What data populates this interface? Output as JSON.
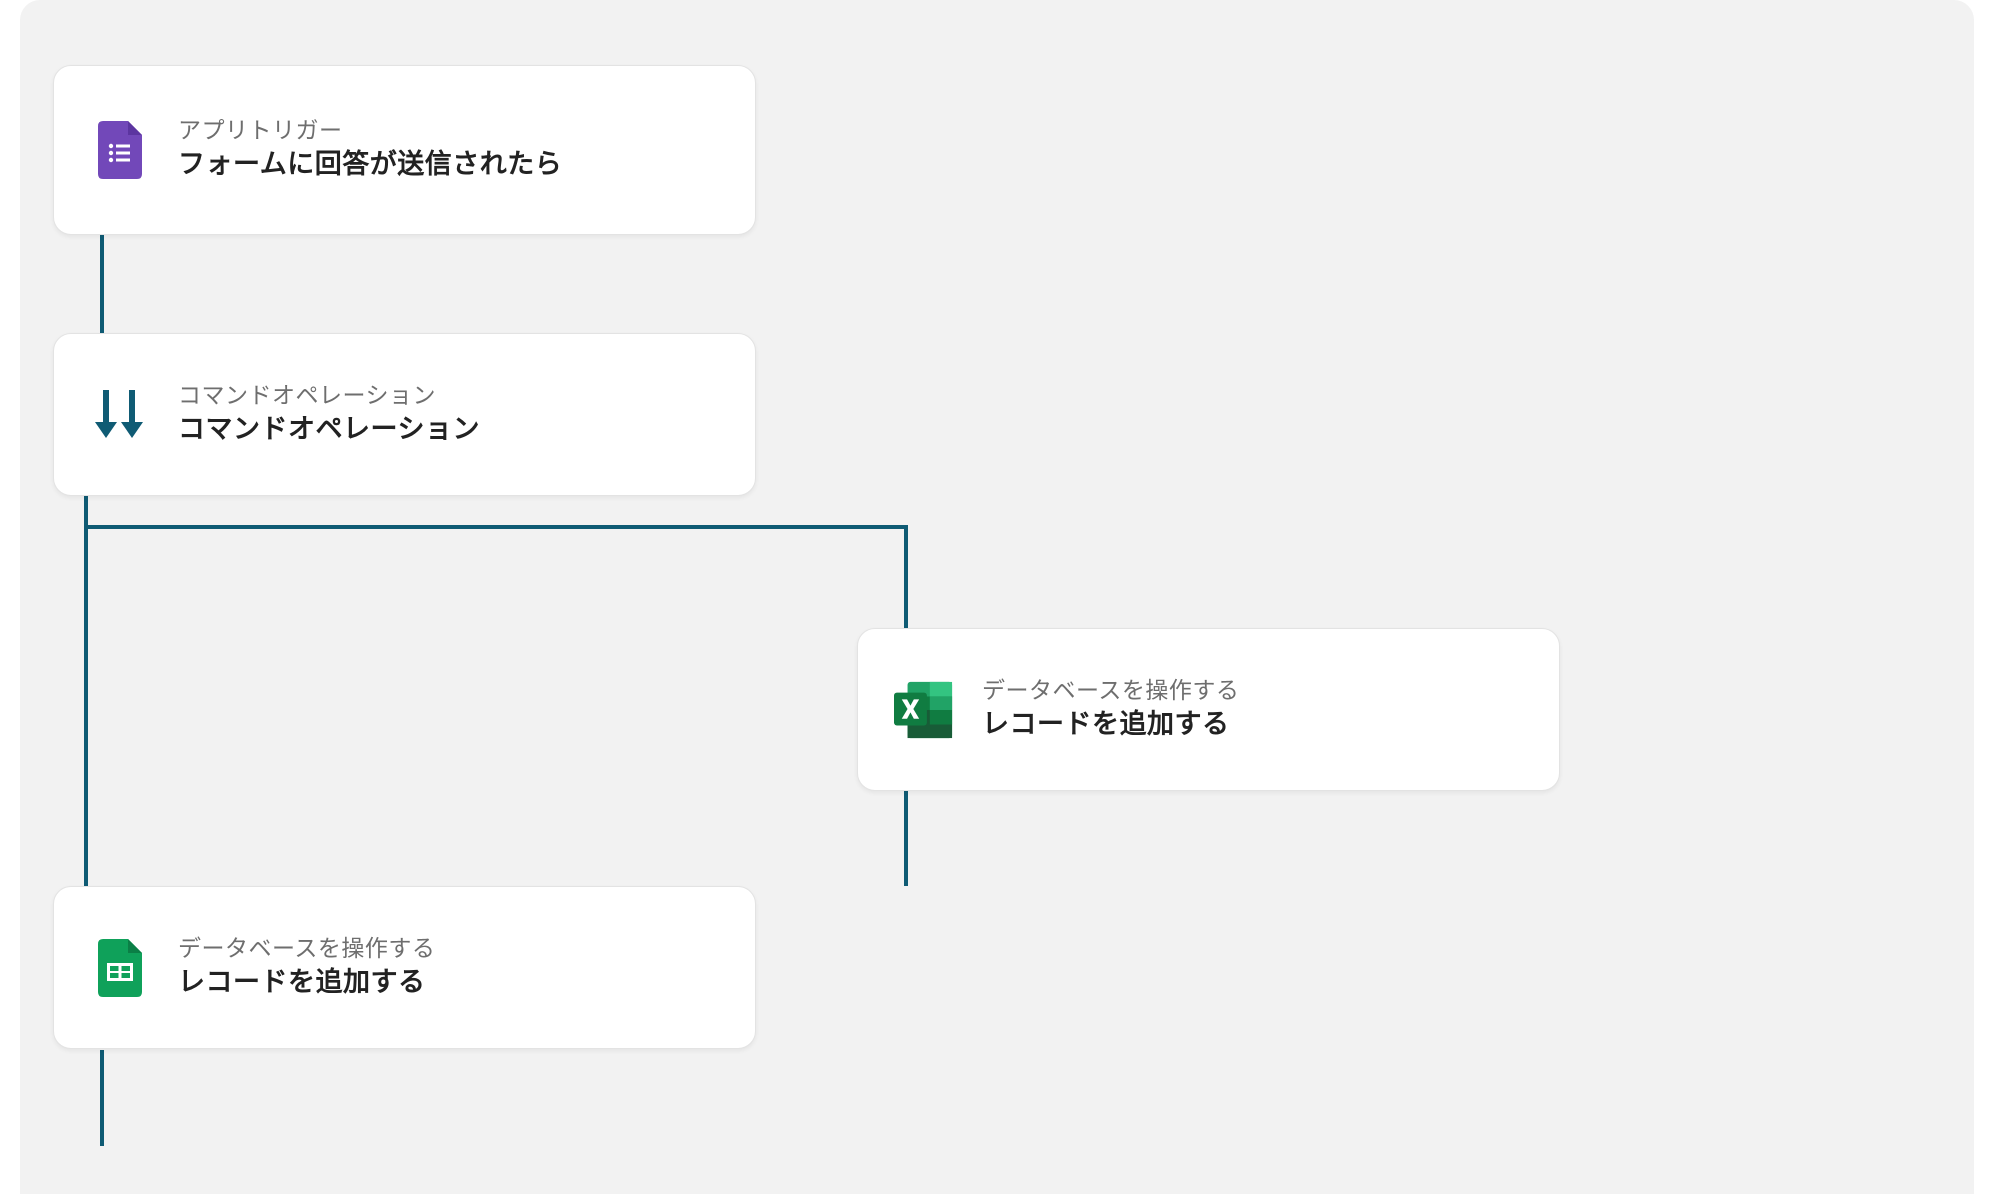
{
  "colors": {
    "canvas_bg": "#f2f2f2",
    "connector": "#0f5b74",
    "card_bg": "#ffffff",
    "forms_purple": "#7248b9",
    "sheets_green": "#0fa15a",
    "excel_green": "#107c41"
  },
  "steps": [
    {
      "icon": "google-forms-icon",
      "subtitle": "アプリトリガー",
      "title": "フォームに回答が送信されたら"
    },
    {
      "icon": "command-operation-arrows-icon",
      "subtitle": "コマンドオペレーション",
      "title": "コマンドオペレーション"
    },
    {
      "icon": "microsoft-excel-icon",
      "subtitle": "データベースを操作する",
      "title": "レコードを追加する"
    },
    {
      "icon": "google-sheets-icon",
      "subtitle": "データベースを操作する",
      "title": "レコードを追加する"
    }
  ]
}
